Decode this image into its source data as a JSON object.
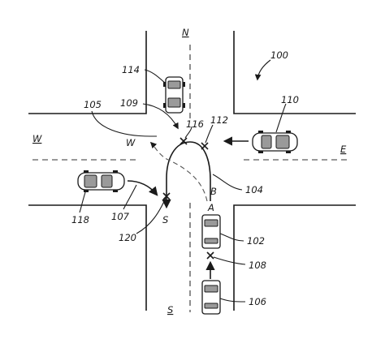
{
  "figure": {
    "system_ref": "100",
    "directions": {
      "north": "N",
      "south": "S",
      "east": "E",
      "west": "W"
    },
    "vehicles": {
      "host_vehicle": "102",
      "vehicle_106": "106",
      "vehicle_110": "110",
      "vehicle_114": "114",
      "vehicle_118": "118"
    },
    "reference_numerals": {
      "path_104": "104",
      "path_105": "105",
      "path_107": "107",
      "point_108": "108",
      "point_109": "109",
      "point_112": "112",
      "point_116": "116",
      "point_120": "120"
    },
    "path_labels": {
      "point_a": "A",
      "point_b": "B",
      "turn_west": "W",
      "turn_south": "S"
    }
  }
}
